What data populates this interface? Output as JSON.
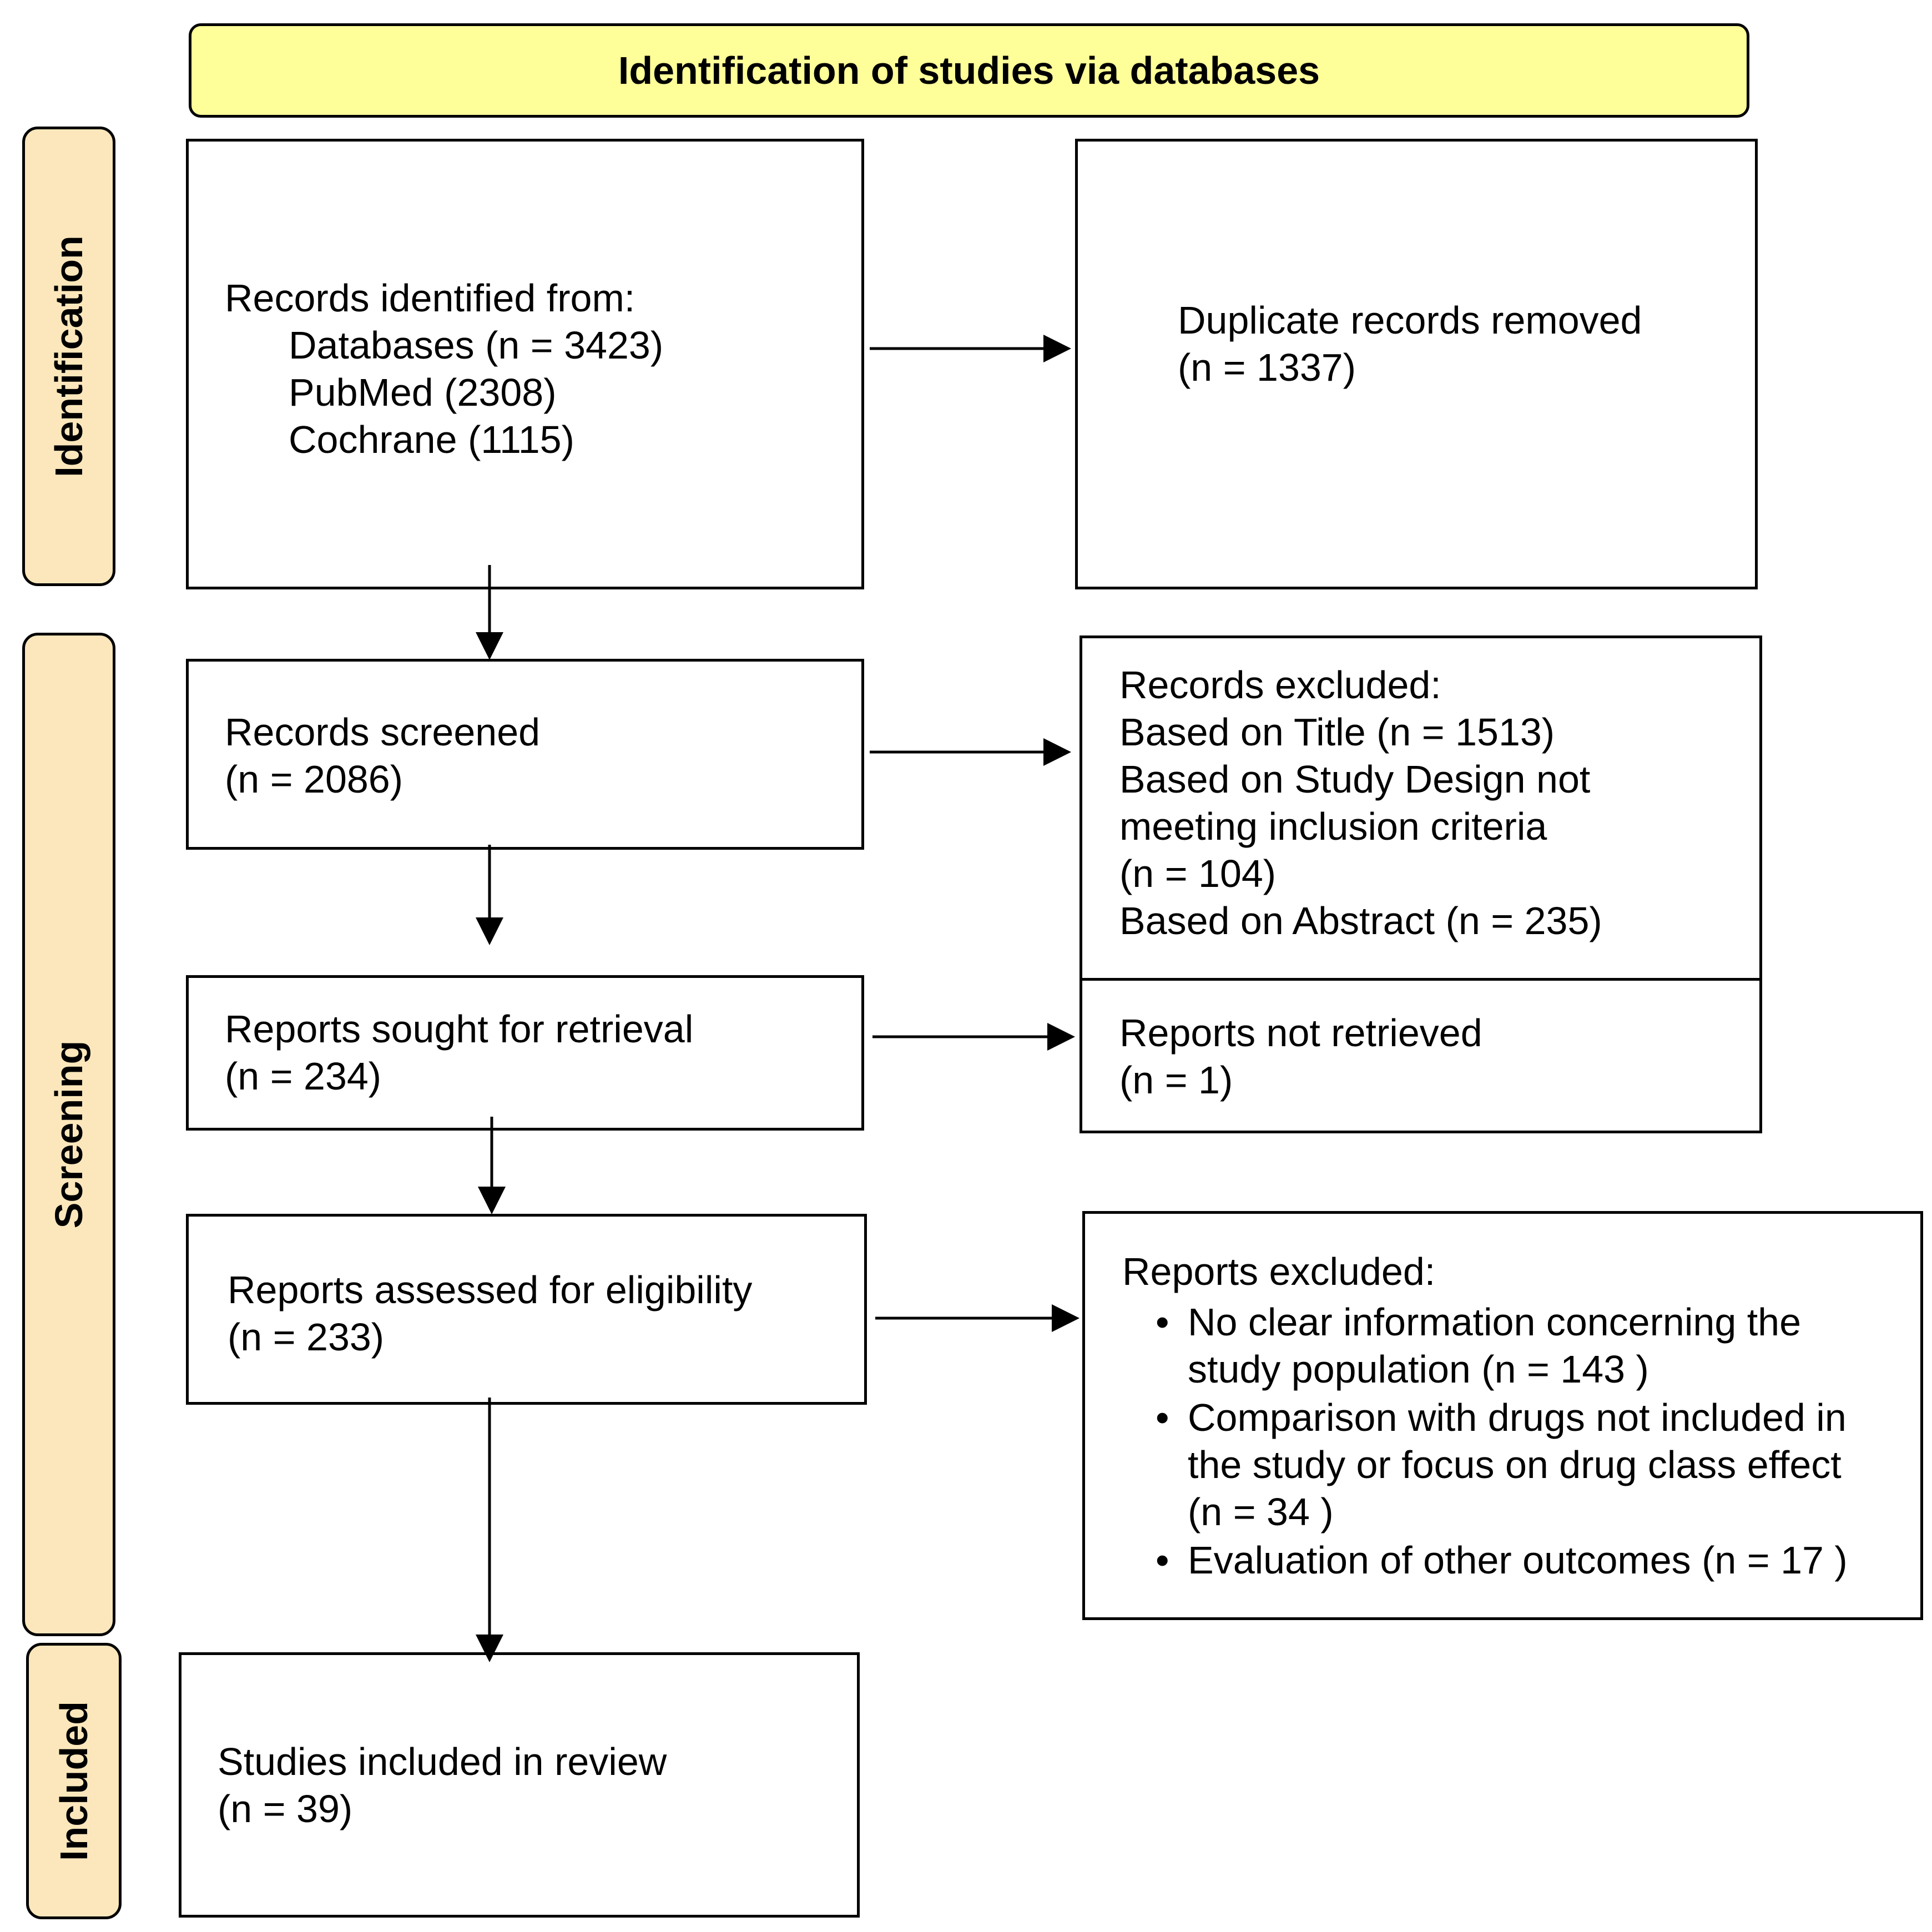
{
  "header": {
    "title": "Identification of studies via databases"
  },
  "stages": {
    "identification": "Identification",
    "screening": "Screening",
    "included": "Included"
  },
  "boxes": {
    "records_identified": {
      "title": "Records identified from:",
      "lines": [
        "Databases (n = 3423)",
        "PubMed (2308)",
        "Cochrane (1115)"
      ]
    },
    "duplicates_removed": {
      "title": "Duplicate records removed",
      "count": "(n = 1337)"
    },
    "records_screened": {
      "title": "Records screened",
      "count": "(n = 2086)"
    },
    "records_excluded": {
      "title": "Records excluded:",
      "lines": [
        "Based on Title (n = 1513)",
        "Based on Study Design not",
        "meeting inclusion criteria",
        "(n = 104)",
        "Based on Abstract (n = 235)"
      ]
    },
    "reports_sought": {
      "title": "Reports sought for retrieval",
      "count": "(n = 234)"
    },
    "reports_not_retrieved": {
      "title": "Reports not retrieved",
      "count": "(n = 1)"
    },
    "reports_assessed": {
      "title": "Reports assessed for eligibility",
      "count": "(n = 233)"
    },
    "reports_excluded": {
      "title": "Reports excluded:",
      "bullets": [
        {
          "lines": [
            "No clear information concerning the",
            "study population (n = 143 )"
          ]
        },
        {
          "lines": [
            "Comparison with drugs not included in",
            "the study or focus on drug class effect",
            "(n = 34 )"
          ]
        },
        {
          "lines": [
            "Evaluation of other outcomes (n =  17 )"
          ]
        }
      ]
    },
    "studies_included": {
      "title": "Studies included in review",
      "count": "(n = 39)"
    }
  }
}
